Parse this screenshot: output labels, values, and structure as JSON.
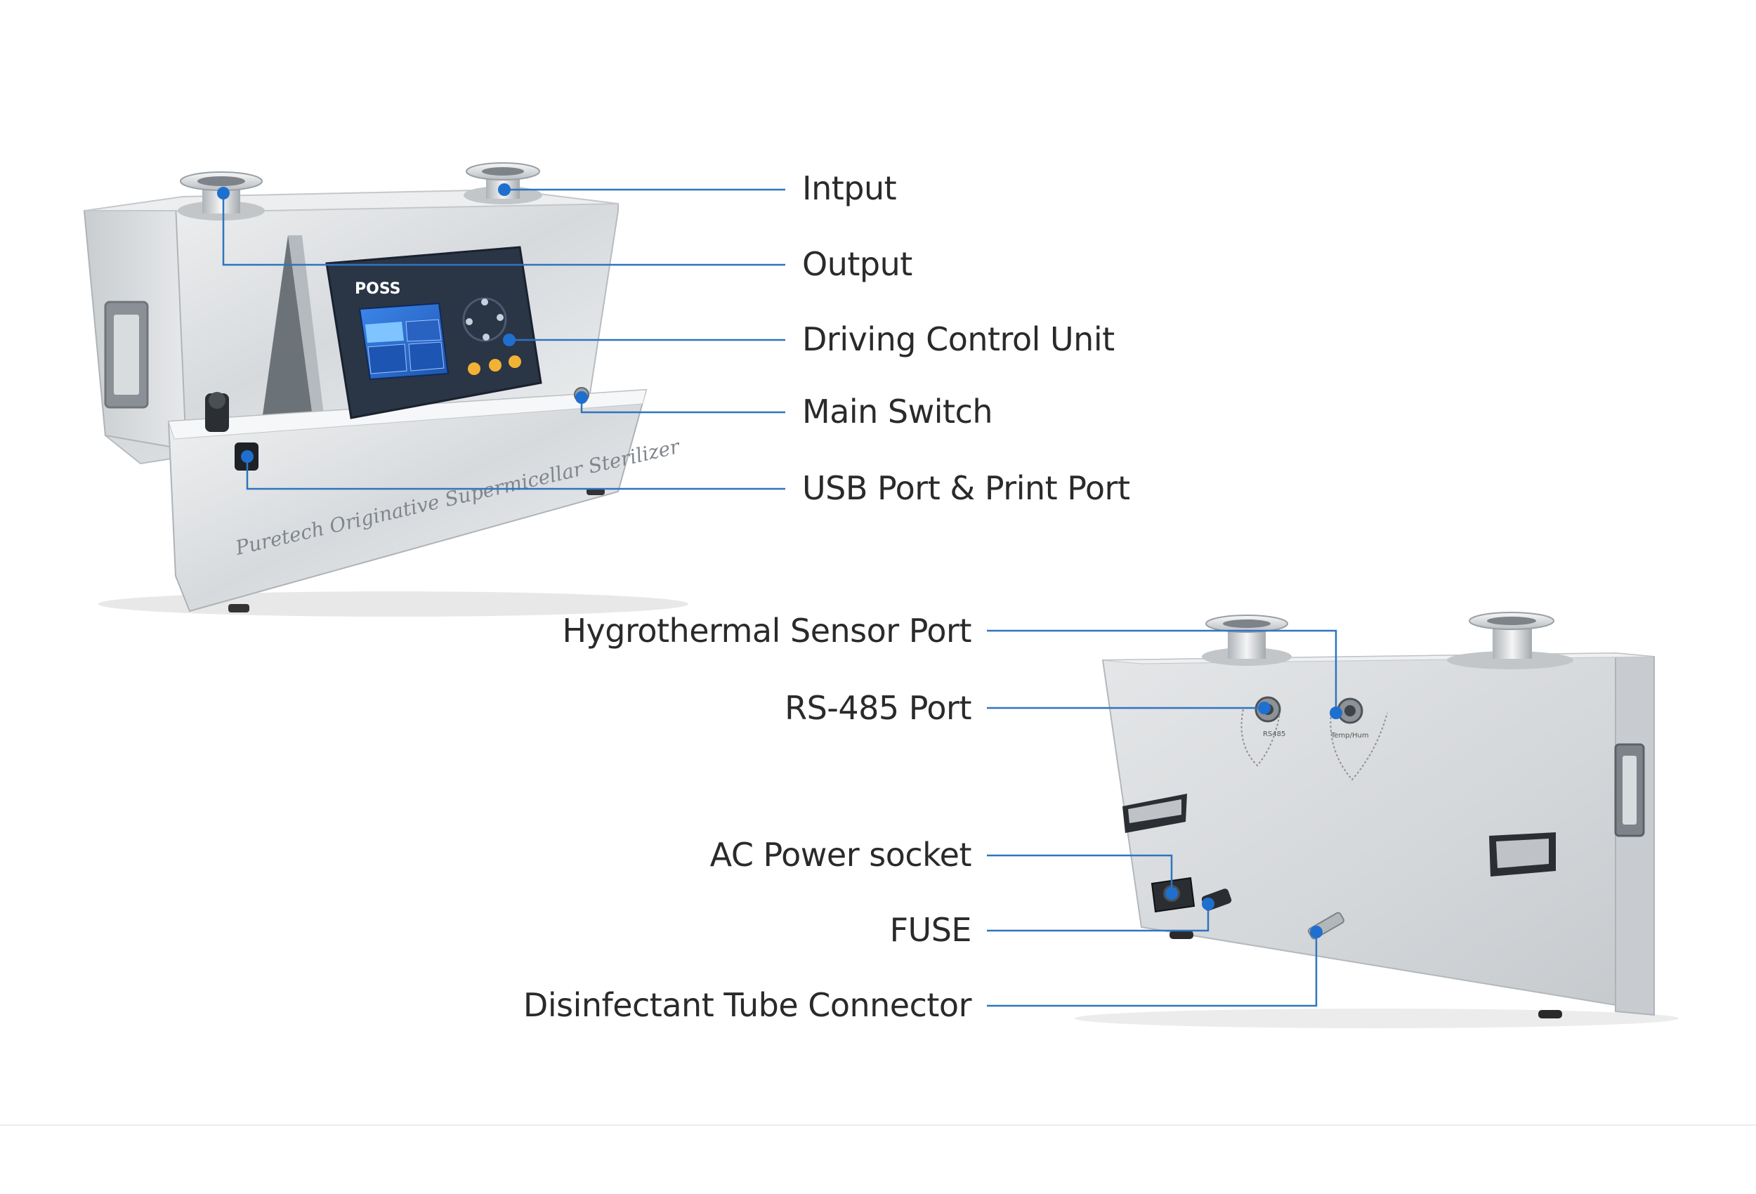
{
  "callouts_front": [
    {
      "label": "Intput"
    },
    {
      "label": "Output"
    },
    {
      "label": "Driving Control Unit"
    },
    {
      "label": "Main Switch"
    },
    {
      "label": "USB Port & Print Port"
    }
  ],
  "callouts_back": [
    {
      "label": "Hygrothermal Sensor Port"
    },
    {
      "label": "RS-485 Port"
    },
    {
      "label": "AC Power socket"
    },
    {
      "label": "FUSE"
    },
    {
      "label": "Disinfectant Tube Connector"
    }
  ],
  "device": {
    "brand_logo": "POSS",
    "body_engraving": "Puretech Originative Supermicellar Sterilizer"
  },
  "colors": {
    "callout_line": "#2f74c0",
    "callout_dot": "#1f6fcf",
    "label_text": "#2a2a2a",
    "steel_light": "#e9ebec",
    "steel_mid": "#cfd3d6",
    "steel_dark": "#9aa0a5",
    "panel_dark": "#243043",
    "screen_blue": "#2b6ed6"
  }
}
